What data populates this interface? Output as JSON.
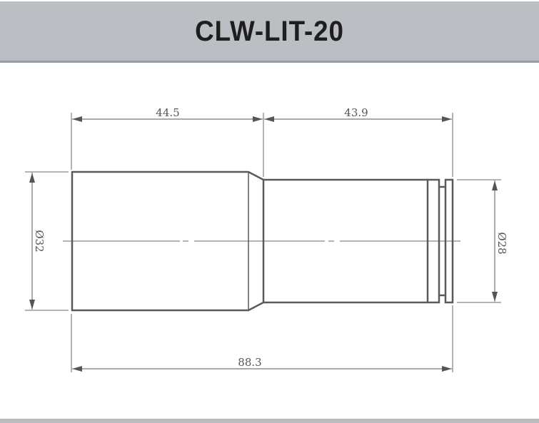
{
  "header": {
    "title": "CLW-LIT-20",
    "background_color": "#bbbfc3"
  },
  "drawing": {
    "type": "technical-dimension-drawing",
    "units": "mm",
    "line_color": "#5a5a5a",
    "dimensions": {
      "left_section_length": "44.5",
      "right_section_length": "43.9",
      "overall_length": "88.3",
      "left_diameter": "Ø32",
      "right_diameter": "Ø28"
    }
  }
}
